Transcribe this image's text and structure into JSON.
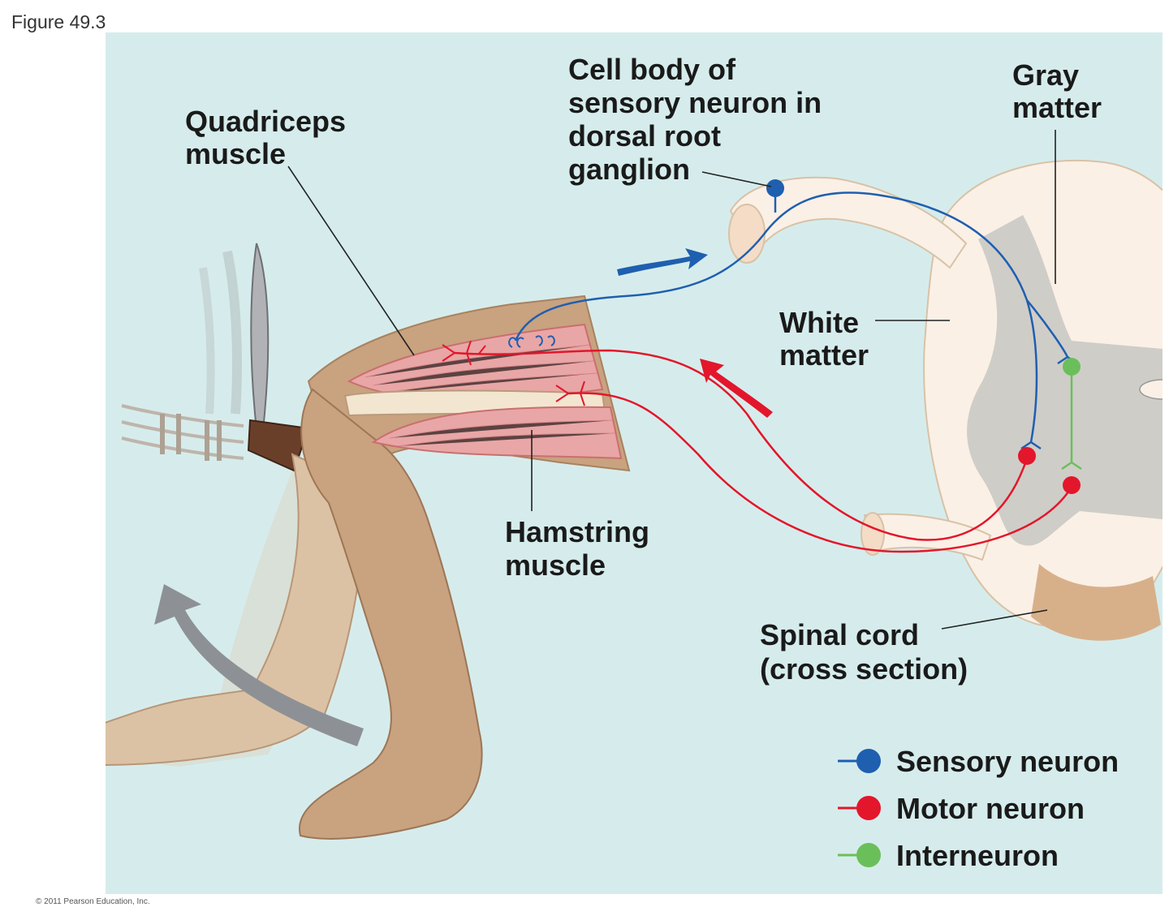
{
  "figure_label": "Figure 49.3",
  "labels": {
    "quadriceps": [
      "Quadriceps",
      "muscle"
    ],
    "cell_body": [
      "Cell body of",
      "sensory neuron in",
      "dorsal root",
      "ganglion"
    ],
    "gray_matter": [
      "Gray",
      "matter"
    ],
    "white_matter": [
      "White",
      "matter"
    ],
    "hamstring": [
      "Hamstring",
      "muscle"
    ],
    "spinal_cord": [
      "Spinal cord",
      "(cross section)"
    ]
  },
  "legend": [
    {
      "label": "Sensory neuron",
      "color": "#1f5fb0",
      "icon": "sensory-neuron-dot-icon"
    },
    {
      "label": "Motor neuron",
      "color": "#e3162b",
      "icon": "motor-neuron-dot-icon"
    },
    {
      "label": "Interneuron",
      "color": "#6bbf5a",
      "icon": "interneuron-dot-icon"
    }
  ],
  "colors": {
    "background": "#d6ecec",
    "sensory": "#1f5fb0",
    "motor": "#e3162b",
    "interneuron": "#6bbf5a",
    "gray_matter": "#cfcdc8",
    "white_matter": "#fbf0e6",
    "skin": "#caa883",
    "muscle": "#e8a0a0",
    "arrow_gray": "#8d9196"
  },
  "copyright": "© 2011 Pearson Education, Inc."
}
